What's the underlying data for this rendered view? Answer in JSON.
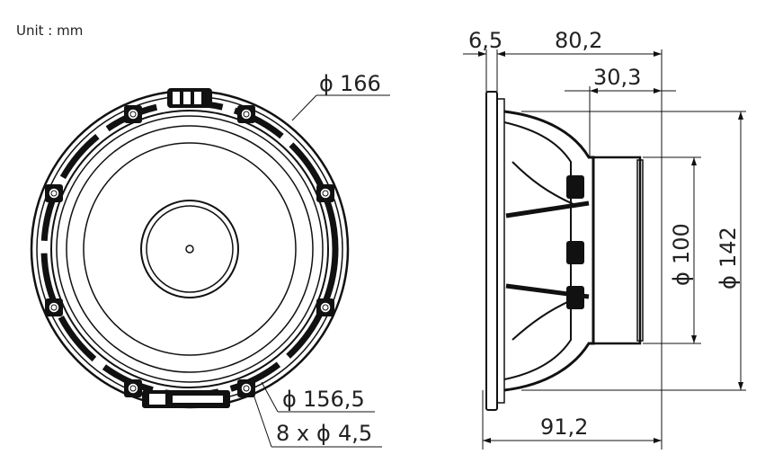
{
  "units_label": "Unit : mm",
  "front_view": {
    "outer_diameter": "166",
    "mounting_circle_diameter": "156,5",
    "mounting_holes": "8 x",
    "mounting_hole_diameter": "4,5",
    "diameter_symbol": "ϕ"
  },
  "side_view": {
    "flange_thickness": "6,5",
    "depth_from_flange": "80,2",
    "magnet_depth": "30,3",
    "total_depth": "91,2",
    "magnet_diameter": "100",
    "basket_diameter": "142",
    "diameter_symbol": "ϕ"
  },
  "colors": {
    "line": "#111111",
    "text": "#222222",
    "background": "#ffffff"
  }
}
